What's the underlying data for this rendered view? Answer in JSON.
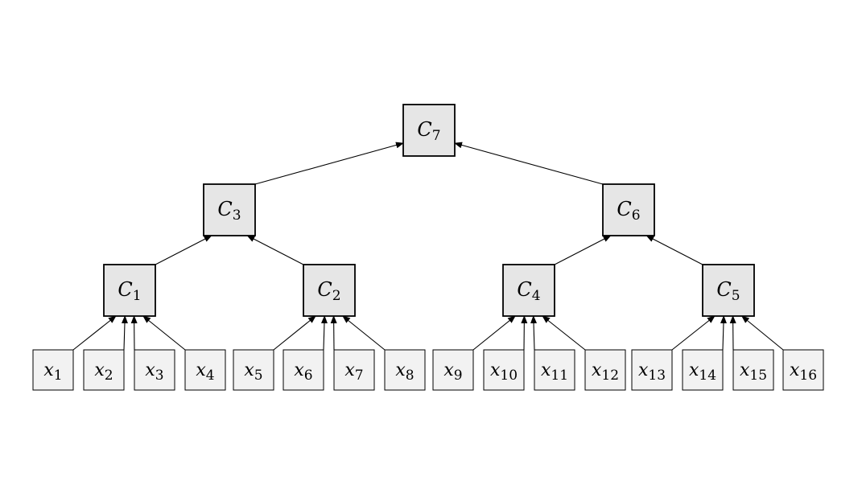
{
  "colors": {
    "background": "#ffffff",
    "cluster_fill": "#e6e6e6",
    "leaf_fill": "#f2f2f2",
    "stroke": "#000000"
  },
  "clusters": [
    {
      "id": "c1",
      "letter": "C",
      "sub": "1"
    },
    {
      "id": "c2",
      "letter": "C",
      "sub": "2"
    },
    {
      "id": "c3",
      "letter": "C",
      "sub": "3"
    },
    {
      "id": "c4",
      "letter": "C",
      "sub": "4"
    },
    {
      "id": "c5",
      "letter": "C",
      "sub": "5"
    },
    {
      "id": "c6",
      "letter": "C",
      "sub": "6"
    },
    {
      "id": "c7",
      "letter": "C",
      "sub": "7"
    }
  ],
  "leaves": [
    {
      "id": "x1",
      "letter": "x",
      "sub": "1"
    },
    {
      "id": "x2",
      "letter": "x",
      "sub": "2"
    },
    {
      "id": "x3",
      "letter": "x",
      "sub": "3"
    },
    {
      "id": "x4",
      "letter": "x",
      "sub": "4"
    },
    {
      "id": "x5",
      "letter": "x",
      "sub": "5"
    },
    {
      "id": "x6",
      "letter": "x",
      "sub": "6"
    },
    {
      "id": "x7",
      "letter": "x",
      "sub": "7"
    },
    {
      "id": "x8",
      "letter": "x",
      "sub": "8"
    },
    {
      "id": "x9",
      "letter": "x",
      "sub": "9"
    },
    {
      "id": "x10",
      "letter": "x",
      "sub": "10"
    },
    {
      "id": "x11",
      "letter": "x",
      "sub": "11"
    },
    {
      "id": "x12",
      "letter": "x",
      "sub": "12"
    },
    {
      "id": "x13",
      "letter": "x",
      "sub": "13"
    },
    {
      "id": "x14",
      "letter": "x",
      "sub": "14"
    },
    {
      "id": "x15",
      "letter": "x",
      "sub": "15"
    },
    {
      "id": "x16",
      "letter": "x",
      "sub": "16"
    }
  ],
  "edges": [
    [
      "x1",
      "c1"
    ],
    [
      "x2",
      "c1"
    ],
    [
      "x3",
      "c1"
    ],
    [
      "x4",
      "c1"
    ],
    [
      "x5",
      "c2"
    ],
    [
      "x6",
      "c2"
    ],
    [
      "x7",
      "c2"
    ],
    [
      "x8",
      "c2"
    ],
    [
      "x9",
      "c4"
    ],
    [
      "x10",
      "c4"
    ],
    [
      "x11",
      "c4"
    ],
    [
      "x12",
      "c4"
    ],
    [
      "x13",
      "c5"
    ],
    [
      "x14",
      "c5"
    ],
    [
      "x15",
      "c5"
    ],
    [
      "x16",
      "c5"
    ],
    [
      "c1",
      "c3"
    ],
    [
      "c2",
      "c3"
    ],
    [
      "c4",
      "c6"
    ],
    [
      "c5",
      "c6"
    ],
    [
      "c3",
      "c7"
    ],
    [
      "c6",
      "c7"
    ]
  ]
}
